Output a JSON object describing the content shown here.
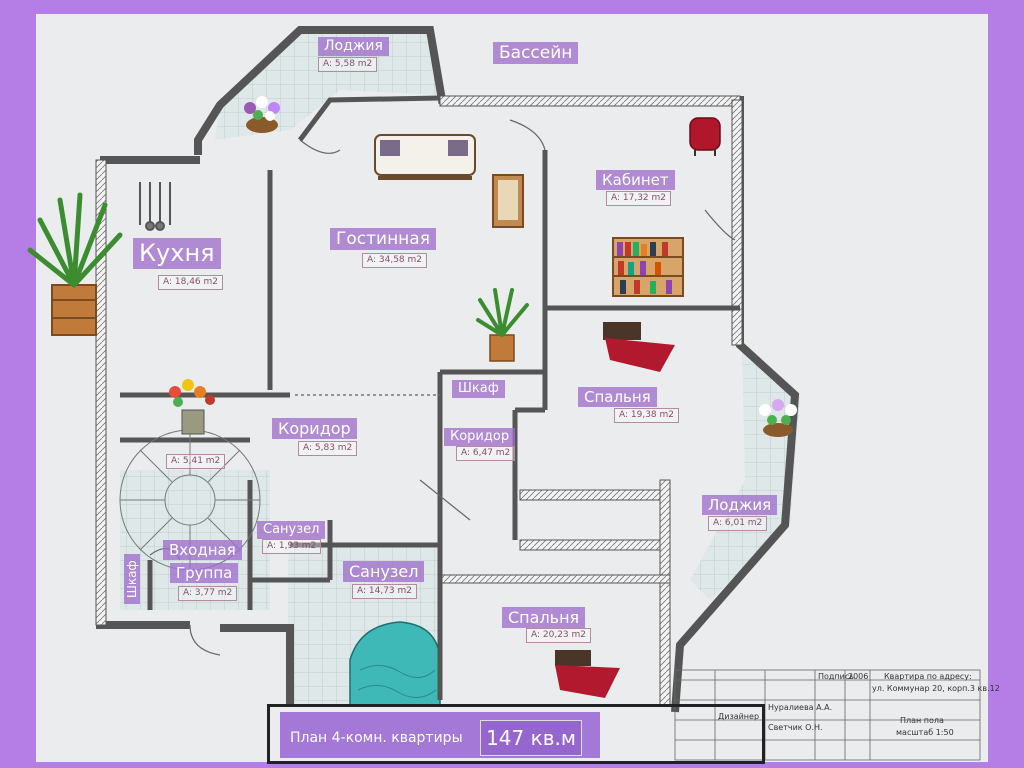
{
  "rooms": {
    "loggia_top": {
      "name": "Лоджия",
      "area": "A: 5,58 m2"
    },
    "pool": {
      "name": "Бассейн"
    },
    "study": {
      "name": "Кабинет",
      "area": "A: 17,32 m2"
    },
    "kitchen": {
      "name": "Кухня",
      "area": "A: 18,46 m2"
    },
    "living": {
      "name": "Гостинная",
      "area": "A: 34,58 m2"
    },
    "wardrobe_mid": {
      "name": "Шкаф"
    },
    "bedroom_1": {
      "name": "Спальня",
      "area": "A: 19,38 m2"
    },
    "corridor_1": {
      "name": "Коридор",
      "area": "A: 5,83 m2"
    },
    "corridor_2": {
      "name": "Коридор",
      "area": "A: 6,47 m2"
    },
    "loggia_right": {
      "name": "Лоджия",
      "area": "A: 6,01 m2"
    },
    "bath_small": {
      "name": "Санузел",
      "area": "A: 1,93 m2"
    },
    "entry": {
      "name_line1": "Входная",
      "name_line2": "Группа",
      "area": "A: 3,77 m2"
    },
    "wardrobe_left": {
      "name": "Шкаф"
    },
    "bath_big": {
      "name": "Санузел",
      "area": "A: 14,73 m2"
    },
    "bedroom_2": {
      "name": "Спальня",
      "area": "A: 20,23 m2"
    },
    "hall": {
      "area": "A: 5,41 m2"
    }
  },
  "title_block": {
    "col_sign": "Подпись",
    "year": "2006",
    "address_line1": "Квартира по адресу:",
    "address_line2": "ул. Коммунар 20, корп.3 кв.12",
    "person_1": "Нуралиева А.А.",
    "role_designer": "Дизайнер",
    "person_2": "Светчик О.Н.",
    "sheet_title": "План пола",
    "scale": "масштаб 1:50"
  },
  "caption": {
    "text": "План 4-комн. квартиры",
    "total": "147 кв.м"
  },
  "colors": {
    "background": "#b57ee6",
    "label": "#a06ecd",
    "wall": "#555555",
    "pool": "#3fb8b8"
  }
}
